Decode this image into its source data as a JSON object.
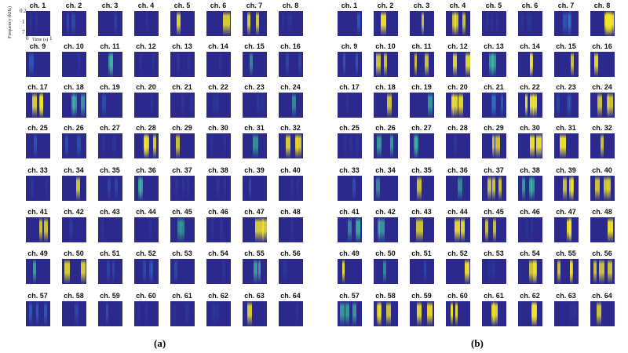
{
  "panels": [
    {
      "caption": "(a)",
      "activity": [
        0.05,
        0.35,
        0.1,
        0.1,
        0.9,
        0.85,
        0.85,
        0.15,
        0.5,
        0.2,
        0.7,
        0.1,
        0.05,
        0.05,
        0.6,
        0.3,
        0.85,
        0.7,
        0.4,
        0.05,
        0.25,
        0.05,
        0.05,
        0.6,
        0.45,
        0.4,
        0.2,
        0.85,
        0.8,
        0.15,
        0.65,
        0.85,
        0.05,
        0.8,
        0.3,
        0.75,
        0.1,
        0.1,
        0.35,
        0.05,
        0.8,
        0.05,
        0.1,
        0.1,
        0.6,
        0.25,
        0.85,
        0.15,
        0.75,
        0.85,
        0.3,
        0.35,
        0.35,
        0.25,
        0.75,
        0.1,
        0.5,
        0.3,
        0.4,
        0.05,
        0.05,
        0.15,
        0.85,
        0.1
      ]
    },
    {
      "caption": "(b)",
      "activity": [
        0.5,
        0.95,
        0.8,
        0.8,
        0.05,
        0.05,
        0.5,
        0.95,
        0.5,
        0.8,
        0.8,
        0.9,
        0.7,
        0.9,
        0.8,
        0.9,
        0.15,
        0.8,
        0.7,
        0.9,
        0.5,
        0.95,
        0.3,
        0.8,
        0.2,
        0.7,
        0.7,
        0.05,
        0.8,
        0.95,
        0.95,
        0.8,
        0.4,
        0.6,
        0.8,
        0.6,
        0.8,
        0.7,
        0.8,
        0.8,
        0.6,
        0.7,
        0.8,
        0.9,
        0.8,
        0.05,
        0.95,
        0.95,
        0.95,
        0.6,
        0.3,
        0.95,
        0.1,
        0.8,
        0.8,
        0.8,
        0.7,
        0.8,
        0.9,
        0.95,
        0.9,
        0.9,
        0.2,
        0.8
      ]
    }
  ],
  "channel_prefix": "ch. ",
  "axes": {
    "ylabel": "Frequency (kHz)",
    "yticks": [
      "0.2",
      "1",
      "7"
    ],
    "xlabel": "Time (s)",
    "xticks": [
      "0",
      "1"
    ]
  }
}
